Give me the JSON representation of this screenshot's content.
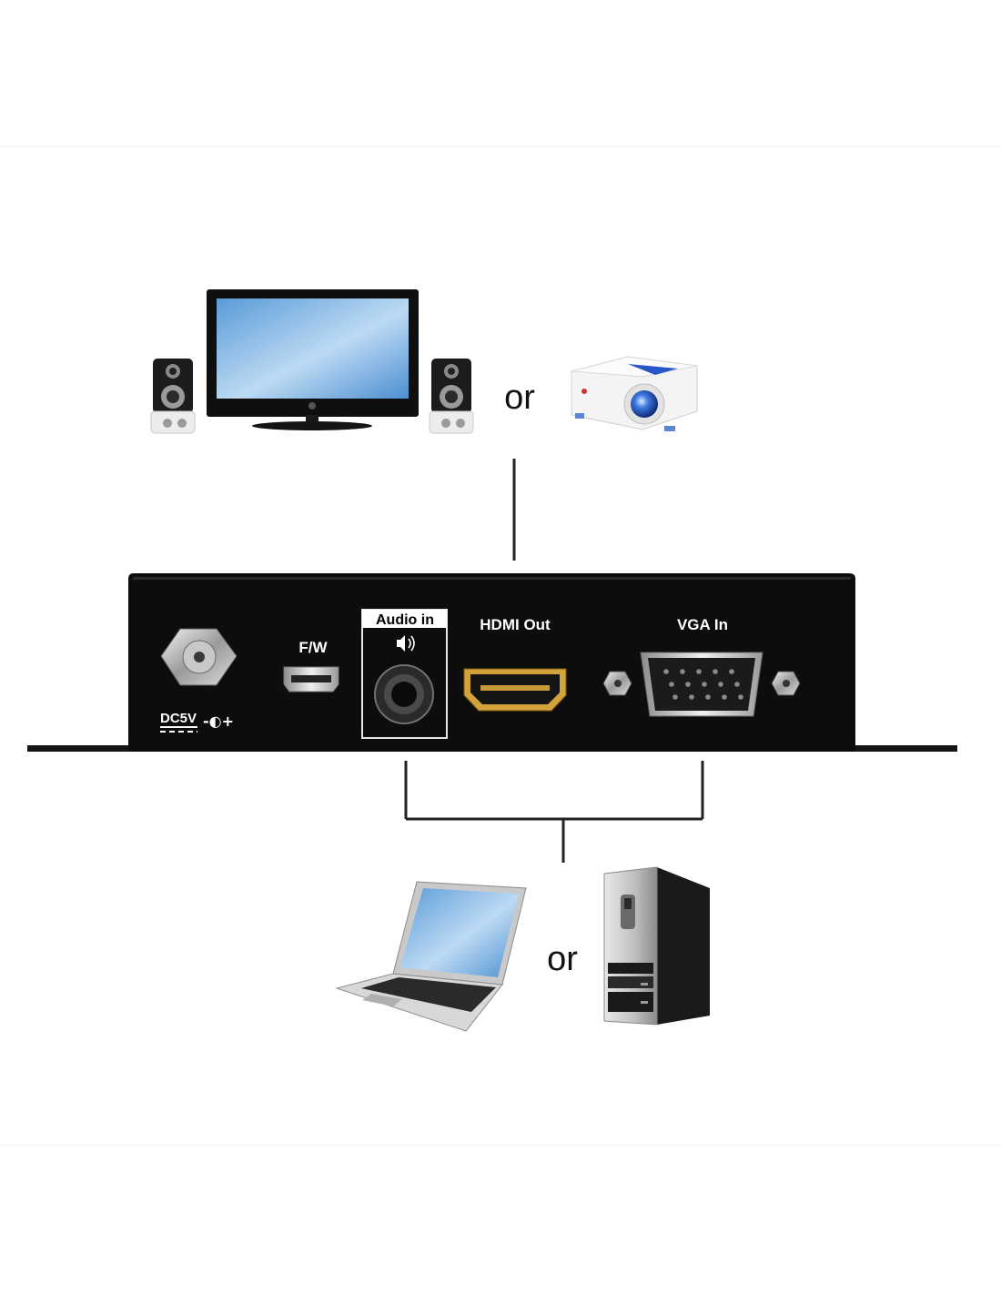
{
  "connectors": {
    "or_top": "or",
    "or_bottom": "or"
  },
  "device": {
    "dc_label": "DC5V",
    "polarity_label": "-◐+",
    "fw_label": "F/W",
    "audio_label": "Audio in",
    "hdmi_label": "HDMI Out",
    "vga_label": "VGA In"
  },
  "icons": {
    "tv": "tv-icon",
    "speaker": "speaker-icon",
    "projector": "projector-icon",
    "laptop": "laptop-icon",
    "desktop": "desktop-tower-icon",
    "volume": "volume-icon"
  },
  "colors": {
    "device_body": "#0d0d0d",
    "hdmi_gold": "#d4a23a",
    "screen_blue": "#7fb6e6",
    "projector_lens": "#2a57c8"
  }
}
